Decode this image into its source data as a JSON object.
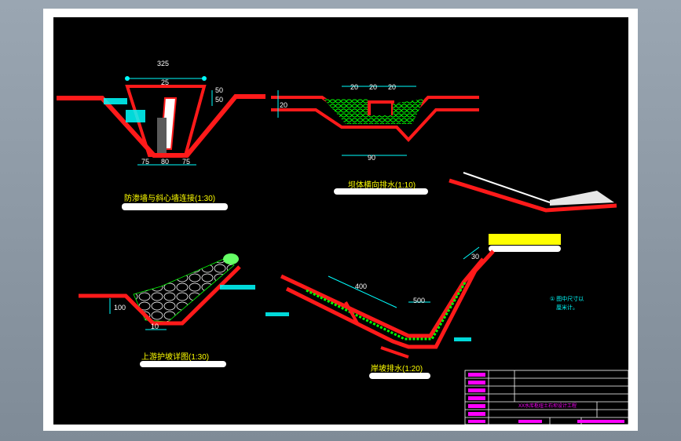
{
  "drawing": {
    "labels": {
      "cutoff": "防渗墙与斜心墙连接(1:30)",
      "dam_drain": "坝体横向排水(1:10)",
      "upstream": "上游护坡详图(1:30)",
      "bank_drain": "岸坡排水(1:20)"
    },
    "dims": {
      "d325": "325",
      "d25": "25",
      "d50a": "50",
      "d50b": "50",
      "d75a": "75",
      "d80": "80",
      "d75b": "75",
      "d20a": "20",
      "d20b": "20",
      "d20c": "20",
      "d20d": "20",
      "d90": "90",
      "d500": "500",
      "d30": "30",
      "d400": "400",
      "d100": "100",
      "d10": "10"
    },
    "notes": {
      "note1": "① 图中尺寸以",
      "note2": "厘米计。"
    },
    "title_block": {
      "project": "XX水库枢纽土石坝设计工程"
    },
    "colors": {
      "section": "#ff1a1a",
      "fill": "#00ff00",
      "dim": "#00ffff",
      "text": "#ffff00",
      "title_block": "#ff00ff"
    }
  }
}
